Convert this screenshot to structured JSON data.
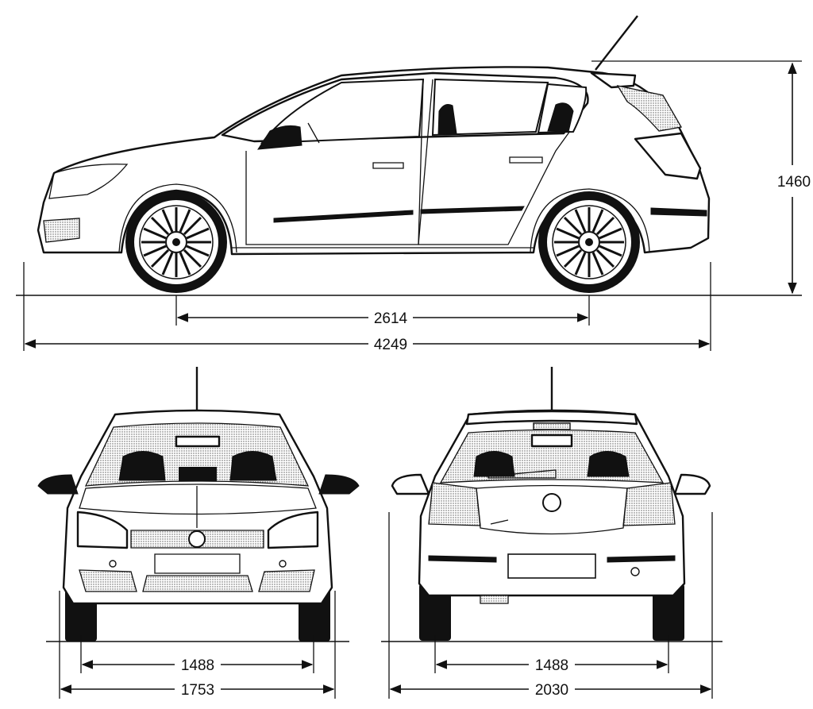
{
  "dimensions": {
    "wheelbase": "2614",
    "length": "4249",
    "height": "1460",
    "front_track": "1488",
    "front_width": "1753",
    "rear_track": "1488",
    "rear_width": "2030"
  }
}
